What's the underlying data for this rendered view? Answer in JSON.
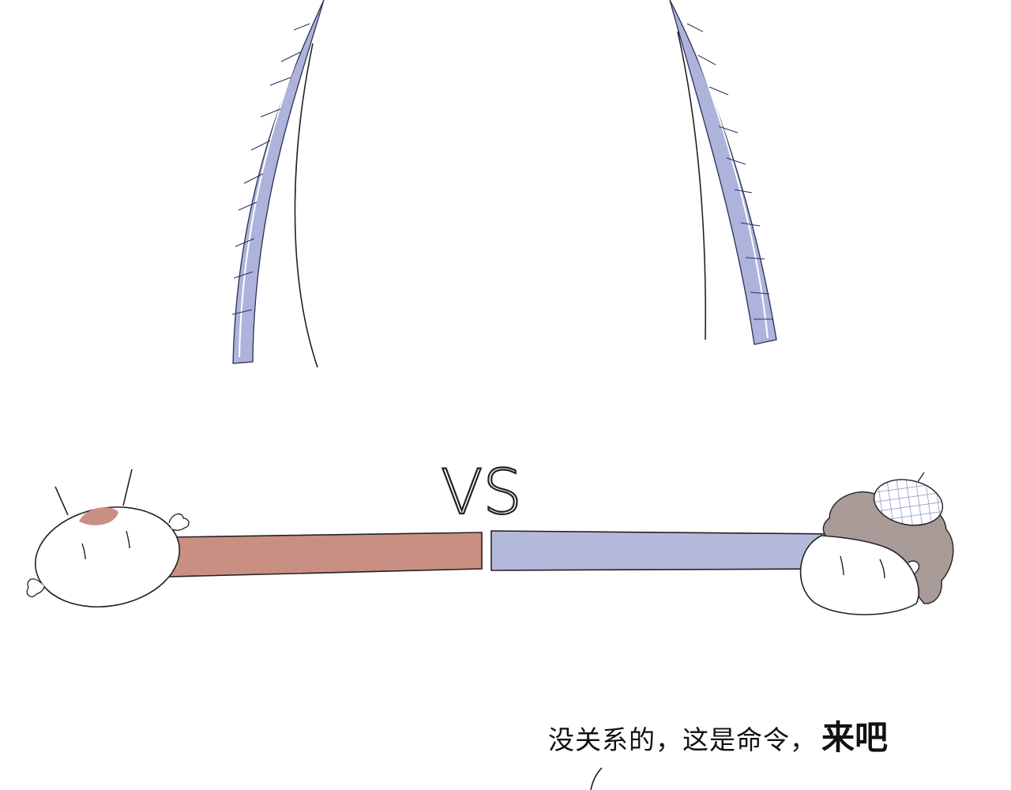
{
  "scene": {
    "vs_label": "VS",
    "caption_main": "没关系的，这是命令，",
    "caption_emphasis": "来吧"
  },
  "colors": {
    "background": "#ffffff",
    "left_bar": "#c98f82",
    "right_bar": "#b4b9dc",
    "cord": "#aeb3dc",
    "hair_brown": "#a89b98",
    "cheek_blush": "#c98f82",
    "line_ink": "#222222"
  }
}
